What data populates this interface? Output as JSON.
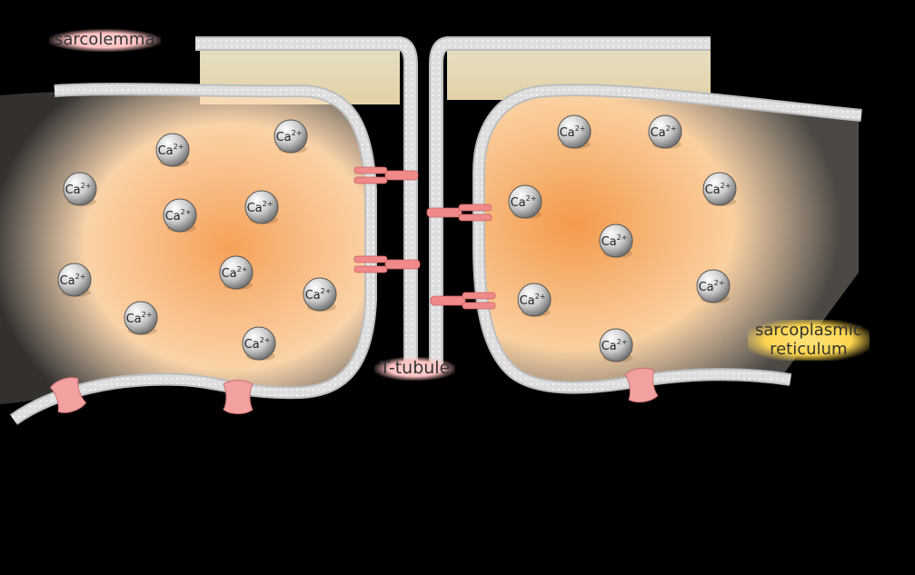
{
  "labels": {
    "sarcolemma": "sarcolemma",
    "t_tubule": "T-tubule",
    "sarcoplasmic_line1": "sarcoplasmic",
    "sarcoplasmic_line2": "reticulum"
  },
  "ion": {
    "symbol": "Ca",
    "charge": "2+"
  },
  "colors": {
    "background": "#000000",
    "membrane": "#d9d9d9",
    "sr_fill": "#f7a35c",
    "sarcolemma_highlight": "#ffc2c2",
    "sr_label_highlight": "#ffd64e",
    "channel": "#f08a8a",
    "pump": "#f2a0a0"
  },
  "icons": [
    "calcium-ion-icon",
    "dhp-receptor-icon",
    "ryanodine-receptor-icon",
    "serca-pump-icon"
  ]
}
